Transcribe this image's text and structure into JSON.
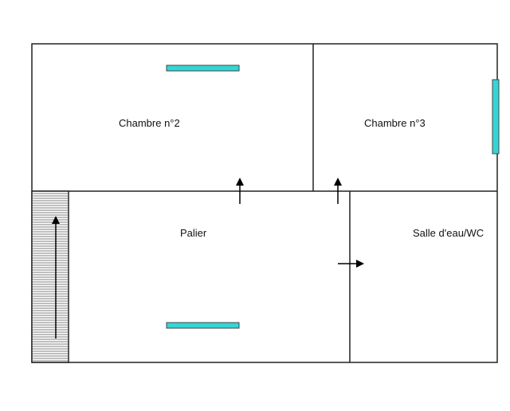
{
  "rooms": [
    {
      "id": "chambre-2",
      "label": "Chambre n°2"
    },
    {
      "id": "chambre-3",
      "label": "Chambre n°3"
    },
    {
      "id": "palier",
      "label": "Palier"
    },
    {
      "id": "salle-eau-wc",
      "label": "Salle d'eau/WC"
    }
  ],
  "colors": {
    "walls": "#222222",
    "window": "#33d6d6",
    "window_outline": "#444444",
    "arrows": "#000000",
    "stairs": "#444444",
    "background": "#ffffff"
  },
  "icons": {
    "window": "window-icon",
    "door_arrow": "arrow-icon",
    "stairs": "staircase-icon"
  }
}
